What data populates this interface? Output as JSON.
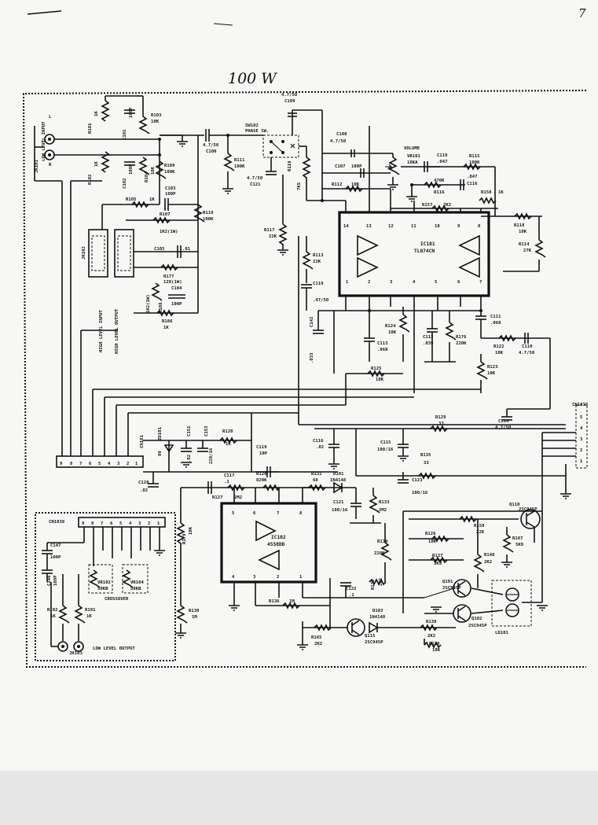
{
  "page": {
    "title": "100 W",
    "page_mark": "7"
  },
  "sections": {
    "crossover": "CROSSOVER"
  },
  "connectors": {
    "low_input": "LOW LEVEL INPUT",
    "low_input_jack": "JK101",
    "high_input": "HIGH LEVEL INPUT",
    "high_output": "HIGH LEVEL OUTPUT",
    "high_jack": "JK102",
    "low_output": "LOW LEVEL OUTPUT",
    "low_output_jack": "JK103",
    "cn1": "CN1038",
    "cn2": "CN101",
    "cn_pins": [
      "9",
      "8",
      "7",
      "6",
      "5",
      "4",
      "3",
      "2",
      "1"
    ],
    "right_pins": [
      "5",
      "4",
      "3",
      "2",
      "1"
    ],
    "left_ch": "L",
    "right_ch": "R"
  },
  "ics": {
    "ic101": "IC101",
    "ic101_type": "TL074CN",
    "ic102": "IC102",
    "ic102_type": "4558DD",
    "ic101_top_pins": [
      "14",
      "13",
      "12",
      "11",
      "10",
      "9",
      "8"
    ],
    "ic101_bot_pins": [
      "1",
      "2",
      "3",
      "4",
      "5",
      "6",
      "7"
    ],
    "ic102_top_pins": [
      "5",
      "6",
      "7",
      "8"
    ],
    "ic102_bot_pins": [
      "4",
      "3",
      "2",
      "1"
    ]
  },
  "switch": {
    "name": "SW102",
    "desc": "PHASE SW."
  },
  "volume": {
    "label": "VOLUME",
    "name": "VR101",
    "value": "10KA"
  },
  "parts": {
    "R101": [
      "R101",
      "1K"
    ],
    "R102": [
      "R102",
      "1K"
    ],
    "R103": [
      "R103",
      "10K"
    ],
    "R104": [
      "R104",
      "10K"
    ],
    "C101": [
      "C101",
      "100P"
    ],
    "C102": [
      "C102",
      "100P"
    ],
    "R105": [
      "R105",
      "1K"
    ],
    "R107": [
      "R107",
      "1K2(1W)"
    ],
    "R109": [
      "R109",
      "100K"
    ],
    "R110": [
      "R110",
      "100K"
    ],
    "C103": [
      "C103",
      "100P"
    ],
    "C105": [
      "C105",
      ".01"
    ],
    "R177": [
      "R177",
      "120(1W)"
    ],
    "C104": [
      "C104",
      "100P"
    ],
    "R108": [
      "R108",
      "1K2(1W)"
    ],
    "R186": [
      "R186",
      "1K"
    ],
    "C100": [
      "C100",
      "4.7/50"
    ],
    "R111": [
      "R111",
      "100K"
    ],
    "C109": [
      "C109",
      "4.7/50"
    ],
    "C121": [
      "C121",
      "4.7/50"
    ],
    "R117": [
      "R117",
      "22K"
    ],
    "R119": [
      "R119",
      "7K5"
    ],
    "C108": [
      "C108",
      "4.7/50"
    ],
    "C107": [
      "C107",
      "100P"
    ],
    "R112": [
      "R112",
      "10K"
    ],
    "C118": [
      "C118",
      ".047"
    ],
    "R115": [
      "R115",
      "100K"
    ],
    "C116": [
      "C116",
      ".047"
    ],
    "R116": [
      "R116",
      "470K"
    ],
    "R157": [
      "R157",
      "2K2"
    ],
    "R158": [
      "R158",
      "1K"
    ],
    "R118": [
      "R118",
      "10K"
    ],
    "R113": [
      "R113",
      "22K"
    ],
    "R114": [
      "R114",
      "27K"
    ],
    "C119": [
      "C119",
      ".47/50"
    ],
    "C112": [
      "C112",
      ".039"
    ],
    "C142": [
      "C142",
      ".033"
    ],
    "C113": [
      "C113",
      ".068"
    ],
    "R124": [
      "R124",
      "10K"
    ],
    "R176": [
      "R176",
      "220K"
    ],
    "C111": [
      "C111",
      ".068"
    ],
    "R122": [
      "R122",
      "10K"
    ],
    "C110": [
      "C110",
      "4.7/50"
    ],
    "R123": [
      "R123",
      "10K"
    ],
    "R125": [
      "R125",
      "10K"
    ],
    "R129": [
      "R129",
      "33"
    ],
    "C114": [
      "C114",
      "4.7/50"
    ],
    "R135": [
      "R135",
      "33"
    ],
    "C115": [
      "C115",
      "100/16"
    ],
    "C123": [
      "C123",
      "100/16"
    ],
    "C116b": [
      "C116",
      ".02"
    ],
    "ZD101": [
      "ZD101",
      "9V"
    ],
    "C151": [
      "C151",
      ".02"
    ],
    "C153": [
      "C153",
      "220/16"
    ],
    "R120": [
      "R120",
      "1K"
    ],
    "C120": [
      "C120",
      ".02"
    ],
    "C117": [
      "C117",
      ".1"
    ],
    "R127": [
      "R127",
      "2M2"
    ],
    "C119b": [
      "C119",
      "10P"
    ],
    "R128": [
      "R128",
      "820K"
    ],
    "R131": [
      "R131",
      "68"
    ],
    "D101": [
      "D101",
      "1N4148"
    ],
    "C121b": [
      "C121",
      "100/16"
    ],
    "R133": [
      "R133",
      "2M2"
    ],
    "R126": [
      "R126",
      "10K"
    ],
    "R150": [
      "R150",
      "22K"
    ],
    "Q110": [
      "Q110",
      "2SC945P"
    ],
    "R134": [
      "R134",
      "220K"
    ],
    "R137": [
      "R137",
      "3K3"
    ],
    "R148": [
      "R148",
      "2K2"
    ],
    "R187": [
      "R187",
      "5K9"
    ],
    "C122": [
      "C122",
      ".1"
    ],
    "R132": [
      "R132",
      "2K2"
    ],
    "Q101": [
      "Q101",
      "2SC945P"
    ],
    "Q102": [
      "Q102",
      "2SC945P"
    ],
    "LD101": [
      "LD101",
      ""
    ],
    "R179": [
      "R179",
      "10K"
    ],
    "R130": [
      "R130",
      "1M"
    ],
    "R136": [
      "R136",
      "1M"
    ],
    "D103": [
      "D103",
      "1N4148"
    ],
    "Q115": [
      "Q115",
      "2SC945P"
    ],
    "R165": [
      "R165",
      "2K2"
    ],
    "R138": [
      "R138",
      "2K2"
    ],
    "R139": [
      "R139",
      "10K"
    ],
    "C147": [
      "C147",
      "100P"
    ],
    "C146": [
      "C146",
      "100P"
    ],
    "VR102": [
      "VR102",
      "50KB"
    ],
    "VR104": [
      "VR104",
      "50KB"
    ],
    "R192": [
      "R192",
      "1K"
    ],
    "R191": [
      "R191",
      "1K"
    ]
  }
}
